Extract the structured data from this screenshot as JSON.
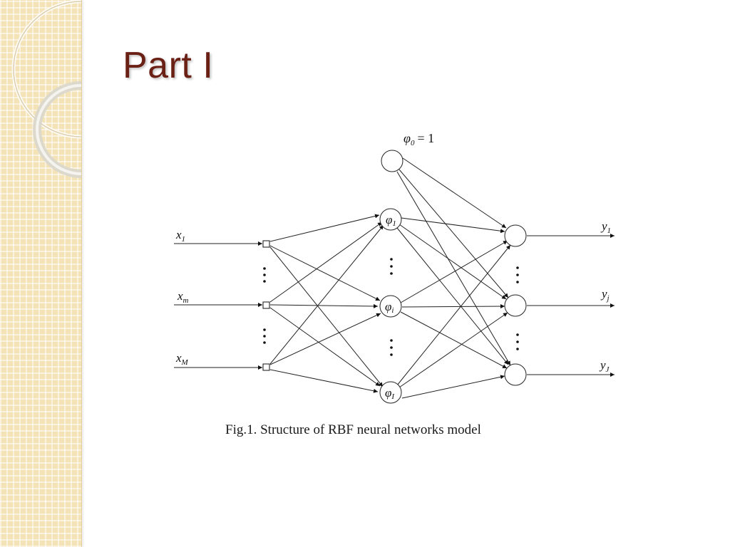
{
  "slide": {
    "title": "Part I",
    "caption": "Fig.1. Structure of RBF neural networks model"
  },
  "colors": {
    "title": "#6a2014",
    "band": "#f3e3b6"
  },
  "diagram": {
    "inputs": [
      {
        "symbol": "x",
        "sub": "1"
      },
      {
        "symbol": "x",
        "sub": "m"
      },
      {
        "symbol": "x",
        "sub": "M"
      }
    ],
    "hidden": [
      {
        "symbol": "φ",
        "sub": "1"
      },
      {
        "symbol": "φ",
        "sub": "i"
      },
      {
        "symbol": "φ",
        "sub": "I"
      }
    ],
    "bias": {
      "symbol": "φ",
      "sub": "0",
      "equals": "= 1"
    },
    "outputs": [
      {
        "symbol": "y",
        "sub": "1"
      },
      {
        "symbol": "y",
        "sub": "j"
      },
      {
        "symbol": "y",
        "sub": "J"
      }
    ]
  }
}
